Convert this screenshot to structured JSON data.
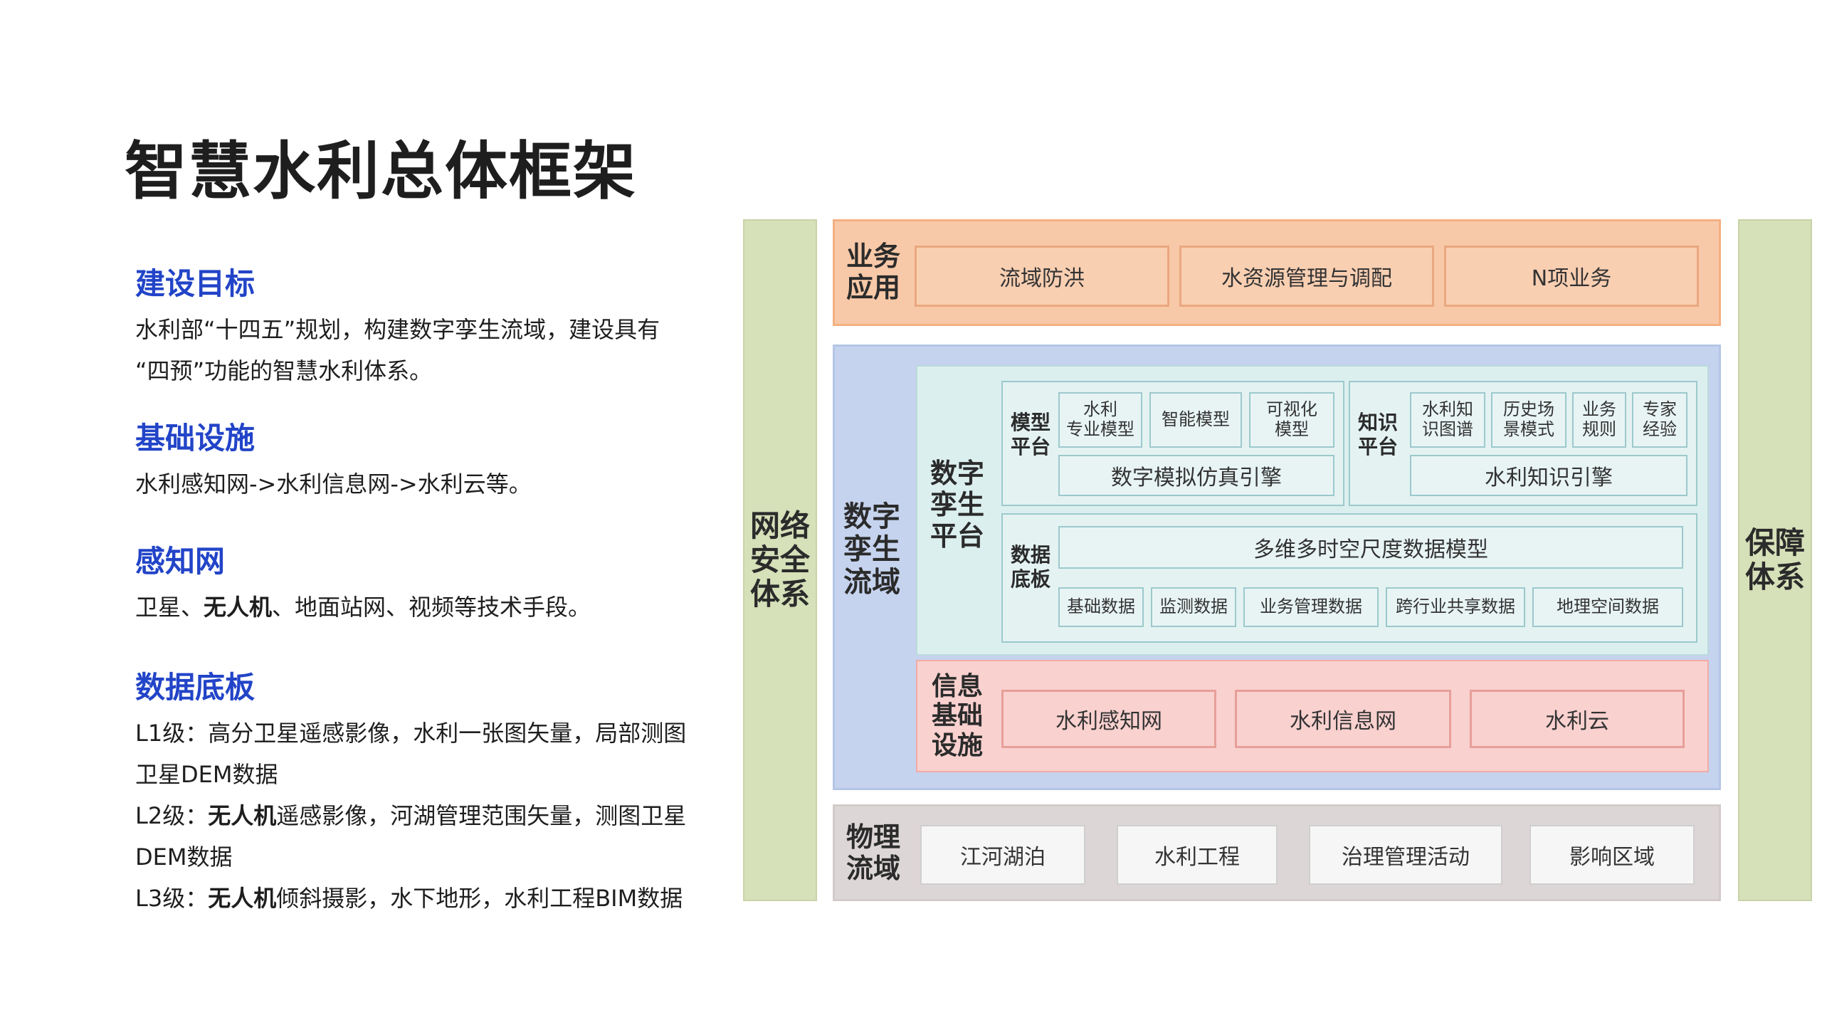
{
  "page": {
    "title": "智慧水利总体框架"
  },
  "sections": [
    {
      "title": "建设目标",
      "lines": [
        [
          {
            "t": "水利部“十四五”规划，构建数字孪生流域，建设具有",
            "b": false
          }
        ],
        [
          {
            "t": "“四预”功能的智慧水利体系。",
            "b": false
          }
        ]
      ]
    },
    {
      "title": "基础设施",
      "lines": [
        [
          {
            "t": "水利感知网->水利信息网->水利云等。",
            "b": false
          }
        ]
      ]
    },
    {
      "title": "感知网",
      "lines": [
        [
          {
            "t": "卫星、",
            "b": false
          },
          {
            "t": "无人机",
            "b": true
          },
          {
            "t": "、地面站网、视频等技术手段。",
            "b": false
          }
        ]
      ]
    },
    {
      "title": "数据底板",
      "lines": [
        [
          {
            "t": "L1级：高分卫星遥感影像，水利一张图矢量，局部测图",
            "b": false
          }
        ],
        [
          {
            "t": "卫星DEM数据",
            "b": false
          }
        ],
        [
          {
            "t": "L2级：",
            "b": false
          },
          {
            "t": "无人机",
            "b": true
          },
          {
            "t": "遥感影像，河湖管理范围矢量，测图卫星",
            "b": false
          }
        ],
        [
          {
            "t": "DEM数据",
            "b": false
          }
        ],
        [
          {
            "t": "L3级：",
            "b": false
          },
          {
            "t": "无人机",
            "b": true
          },
          {
            "t": "倾斜摄影，水下地形，水利工程BIM数据",
            "b": false
          }
        ]
      ]
    }
  ],
  "diagram": {
    "left_column": "网络\n安全\n体系",
    "right_column": "保障\n体系",
    "business": {
      "label": "业务\n应用",
      "items": [
        "流域防洪",
        "水资源管理与调配",
        "N项业务"
      ]
    },
    "twin_basin": {
      "label": "数字\n孪生\n流域",
      "twin_platform": {
        "label": "数字\n孪生\n平台",
        "model_platform": {
          "label": "模型\n平台",
          "items": [
            "水利\n专业模型",
            "智能模型",
            "可视化\n模型"
          ],
          "engine": "数字模拟仿真引擎"
        },
        "knowledge_platform": {
          "label": "知识\n平台",
          "items": [
            "水利知\n识图谱",
            "历史场\n景模式",
            "业务\n规则",
            "专家\n经验"
          ],
          "engine": "水利知识引擎"
        },
        "data_board": {
          "label": "数据\n底板",
          "model": "多维多时空尺度数据模型",
          "items": [
            "基础数据",
            "监测数据",
            "业务管理数据",
            "跨行业共享数据",
            "地理空间数据"
          ]
        }
      },
      "infrastructure": {
        "label": "信息\n基础\n设施",
        "items": [
          "水利感知网",
          "水利信息网",
          "水利云"
        ]
      }
    },
    "physical": {
      "label": "物理\n流域",
      "items": [
        "江河湖泊",
        "水利工程",
        "治理管理活动",
        "影响区域"
      ]
    }
  }
}
